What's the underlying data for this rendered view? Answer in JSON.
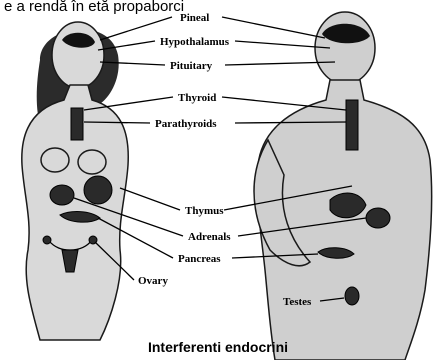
{
  "top_fragment": "e a rendă în etă propaborci",
  "title": "Interferenti endocrini",
  "labels": {
    "pineal": "Pineal",
    "hypothalamus": "Hypothalamus",
    "pituitary": "Pituitary",
    "thyroid": "Thyroid",
    "parathyroids": "Parathyroids",
    "thymus": "Thymus",
    "adrenals": "Adrenals",
    "pancreas": "Pancreas",
    "ovary": "Ovary",
    "testes": "Testes"
  },
  "colors": {
    "background": "#ffffff",
    "ink": "#000000",
    "figure_female": "#d9d9d9",
    "figure_male": "#cfcfcf"
  }
}
